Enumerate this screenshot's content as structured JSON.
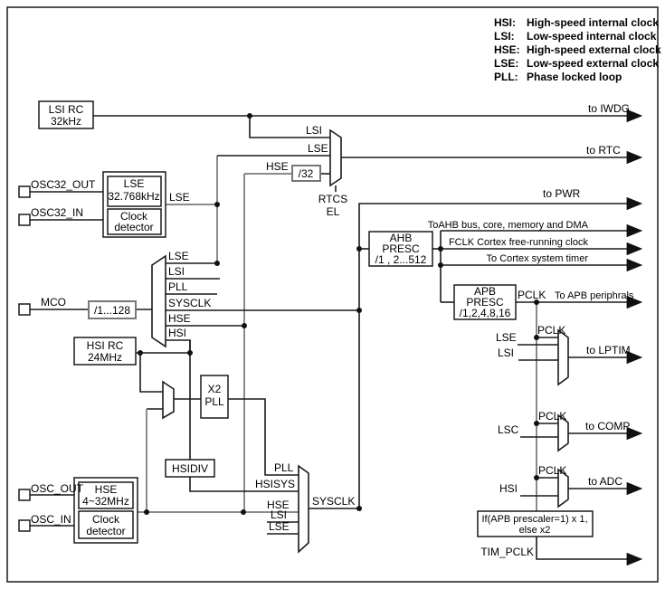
{
  "legend": {
    "items": [
      {
        "term": "HSI:",
        "desc": "High-speed internal clock"
      },
      {
        "term": "LSI:",
        "desc": "Low-speed internal clock"
      },
      {
        "term": "HSE:",
        "desc": "High-speed external clock"
      },
      {
        "term": "LSE:",
        "desc": "Low-speed external clock"
      },
      {
        "term": "PLL:",
        "desc": "Phase locked loop"
      }
    ]
  },
  "pins": {
    "osc32_out": "OSC32_OUT",
    "osc32_in": "OSC32_IN",
    "mco": "MCO",
    "osc_out": "OSC_OUT",
    "osc_in": "OSC_IN"
  },
  "blocks": {
    "lsi_rc": {
      "l1": "LSI RC",
      "l2": "32kHz"
    },
    "lse_osc": {
      "l1": "LSE",
      "l2": "32.768kHz"
    },
    "lse_detector": {
      "l1": "Clock",
      "l2": "detector"
    },
    "hsi_rc": {
      "l1": "HSI RC",
      "l2": "24MHz"
    },
    "hse_osc": {
      "l1": "HSE",
      "l2": "4~32MHz"
    },
    "hse_detector": {
      "l1": "Clock",
      "l2": "detector"
    },
    "div32": "/32",
    "mco_div": "/1...128",
    "x2_pll": {
      "l1": "X2",
      "l2": "PLL"
    },
    "hsidiv": "HSIDIV",
    "ahb_presc": {
      "l1": "AHB",
      "l2": "PRESC",
      "l3": "/1 , 2...512"
    },
    "apb_presc": {
      "l1": "APB",
      "l2": "PRESC",
      "l3": "/1,2,4,8,16"
    },
    "tim_mult": {
      "l1": "If(APB prescaler=1) x 1,",
      "l2": "else x2"
    },
    "rtc_mux_sel": {
      "l1": "RTCS",
      "l2": "EL"
    }
  },
  "signals": {
    "lsi": "LSI",
    "lse": "LSE",
    "hse": "HSE",
    "hsi": "HSI",
    "pll": "PLL",
    "sysclk": "SYSCLK",
    "hsisys": "HSISYS",
    "pclk": "PCLK",
    "lsc": "LSC",
    "tim_pclk": "TIM_PCLK"
  },
  "outputs": {
    "iwdg": "to IWDG",
    "rtc": "to RTC",
    "pwr": "to PWR",
    "ahb": "ToAHB bus, core, memory and DMA",
    "fclk": "FCLK Cortex free-running clock",
    "cortex_timer": "To Cortex system timer",
    "apb": "To APB periphrals",
    "lptim": "to LPTIM",
    "comp": "to COMP",
    "adc": "to ADC"
  },
  "colors": {
    "wire": "#1a1a1a",
    "gray_wire": "#8a8a8a",
    "background": "#ffffff",
    "text": "#000000"
  }
}
